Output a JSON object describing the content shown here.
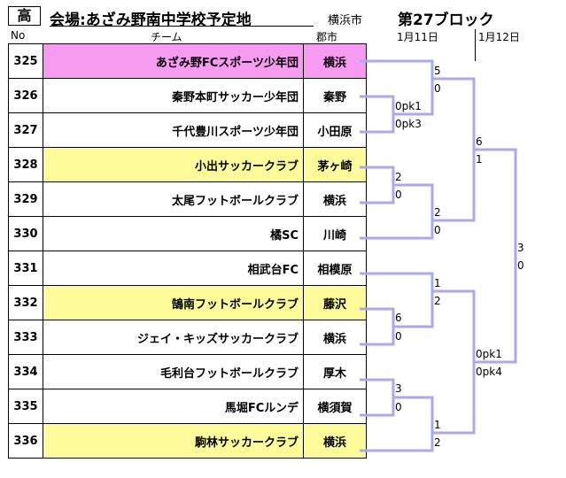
{
  "header": {
    "badge": "高",
    "title": "会場:あざみ野南中学校予定地",
    "city": "横浜市",
    "block": "第27ブロック",
    "col_no": "No",
    "col_team": "チーム",
    "col_city": "郡市",
    "day1": "1月11日",
    "day2": "1月12日"
  },
  "teams": [
    {
      "no": "325",
      "name": "あざみ野FCスポーツ少年団",
      "city": "横浜",
      "highlight": "pink"
    },
    {
      "no": "326",
      "name": "秦野本町サッカー少年団",
      "city": "秦野",
      "highlight": ""
    },
    {
      "no": "327",
      "name": "千代豊川スポーツ少年団",
      "city": "小田原",
      "highlight": ""
    },
    {
      "no": "328",
      "name": "小出サッカークラブ",
      "city": "茅ヶ崎",
      "highlight": "yellow"
    },
    {
      "no": "329",
      "name": "太尾フットボールクラブ",
      "city": "横浜",
      "highlight": ""
    },
    {
      "no": "330",
      "name": "橘SC",
      "city": "川崎",
      "highlight": ""
    },
    {
      "no": "331",
      "name": "相武台FC",
      "city": "相模原",
      "highlight": ""
    },
    {
      "no": "332",
      "name": "鵠南フットボールクラブ",
      "city": "藤沢",
      "highlight": "yellow"
    },
    {
      "no": "333",
      "name": "ジェイ・キッズサッカークラブ",
      "city": "横浜",
      "highlight": ""
    },
    {
      "no": "334",
      "name": "毛利台フットボールクラブ",
      "city": "厚木",
      "highlight": ""
    },
    {
      "no": "335",
      "name": "馬堀FCルンデ",
      "city": "横須賀",
      "highlight": ""
    },
    {
      "no": "336",
      "name": "駒林サッカークラブ",
      "city": "横浜",
      "highlight": "yellow"
    }
  ],
  "scores": {
    "m1_top": "0pk1",
    "m1_bot": "0pk3",
    "m2_top": "2",
    "m2_bot": "0",
    "m3_top": "6",
    "m3_bot": "0",
    "m4_top": "3",
    "m4_bot": "0",
    "r2a_top": "5",
    "r2a_bot": "0",
    "r2b_top": "2",
    "r2b_bot": "0",
    "r2c_top": "1",
    "r2c_bot": "2",
    "r2d_top": "1",
    "r2d_bot": "2",
    "sf1_top": "6",
    "sf1_bot": "1",
    "sf2_top": "0pk1",
    "sf2_bot": "0pk4",
    "final_top": "3",
    "final_bot": "0"
  },
  "colors": {
    "bracket": "#a9a9ef",
    "pink": "#f69bf0",
    "yellow": "#fefb9a"
  }
}
